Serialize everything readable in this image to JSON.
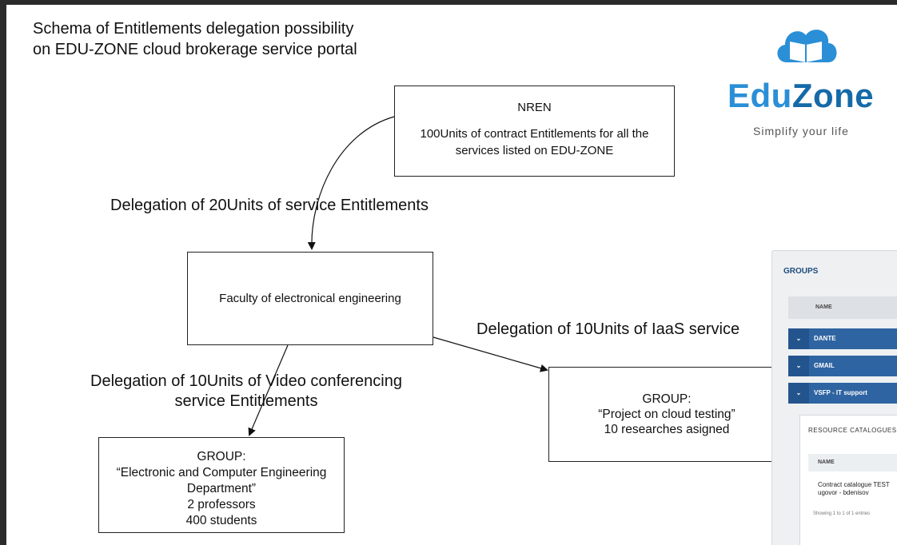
{
  "title": {
    "line1": "Schema of Entitlements delegation possibility",
    "line2": "on EDU-ZONE cloud brokerage service portal"
  },
  "nodes": {
    "nren": {
      "heading": "NREN",
      "desc1": "100Units of contract Entitlements for all the",
      "desc2": "services listed on EDU-ZONE"
    },
    "faculty": {
      "label": "Faculty of electronical engineering"
    },
    "group_cloud": {
      "line1": "GROUP:",
      "line2": "“Project on cloud testing”",
      "line3": "10 researches asigned"
    },
    "group_ece": {
      "line1": "GROUP:",
      "line2": "“Electronic and Computer Engineering",
      "line3": "Department”",
      "line4": "2 professors",
      "line5": "400 students"
    }
  },
  "edges": {
    "nren_to_faculty": "Delegation of 20Units of service Entitlements",
    "faculty_to_cloud": "Delegation of 10Units of IaaS service",
    "faculty_to_ece_line1": "Delegation of 10Units of Video conferencing",
    "faculty_to_ece_line2": "service Entitlements"
  },
  "logo": {
    "word_edu": "Edu",
    "word_zone": "Zone",
    "tagline": "Simplify your life",
    "icon": "cloud-book-icon",
    "color_light": "#2a8fd6",
    "color_dark": "#156aa8"
  },
  "portal": {
    "groups_title": "GROUPS",
    "name_header": "NAME",
    "rows": [
      "DANTE",
      "GMAIL",
      "VSFP - IT support"
    ],
    "catalogue_title": "RESOURCE CATALOGUES",
    "catalogue_name_header": "NAME",
    "catalogue_cell_line1": "Contract catalogue TEST",
    "catalogue_cell_line2": "ugovor - bdenisov",
    "entries_text": "Showing 1 to 1 of 1 entries",
    "row_color": "#2f64a2"
  }
}
